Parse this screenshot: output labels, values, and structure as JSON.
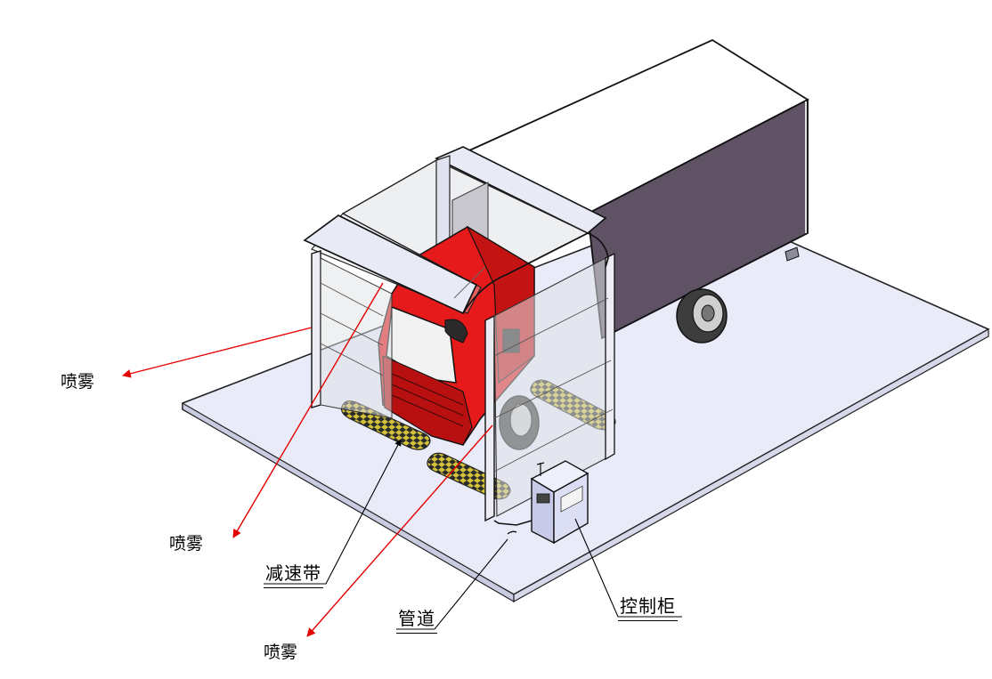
{
  "labels": {
    "spray_1": "喷雾",
    "spray_2": "喷雾",
    "spray_3": "喷雾",
    "speed_bump": "减速带",
    "pipe": "管道",
    "control_cabinet": "控制柜"
  },
  "colors": {
    "background": "#ffffff",
    "floor": "#e9ebf9",
    "cargo_box": "#5e5264",
    "cargo_top": "#ffffff",
    "cab_red": "#e61a1a",
    "spray_arrow": "#e60000",
    "leader_line": "#000000",
    "glass": "#e8eaee",
    "cabinet": "#d8dcf2",
    "speed_bump": "#c9b32a"
  },
  "icons": [
    "truck",
    "spray-gate",
    "speed-bump",
    "control-cabinet",
    "pipe"
  ]
}
